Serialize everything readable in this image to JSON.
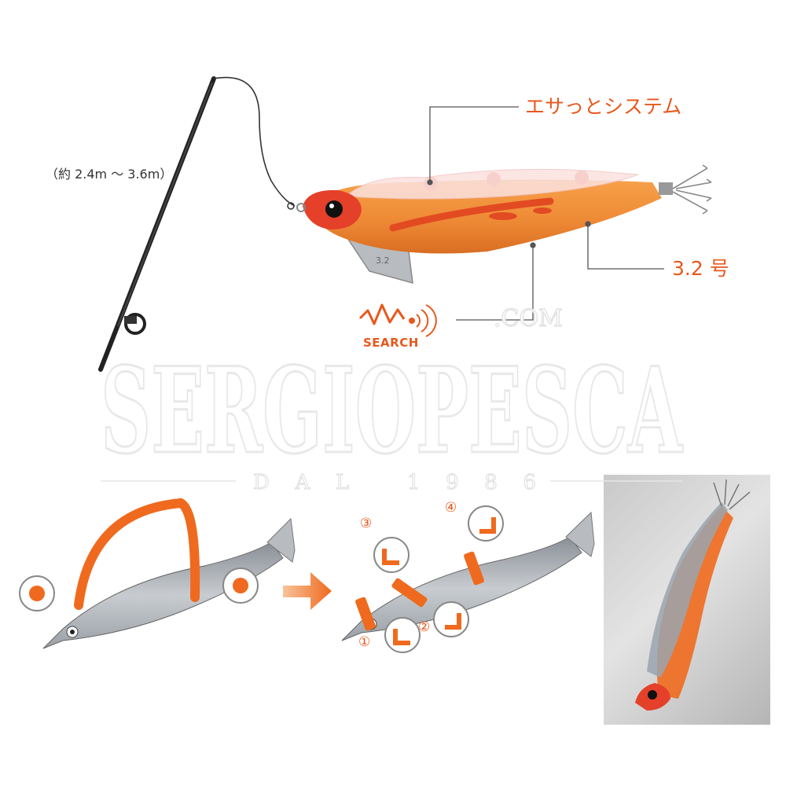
{
  "labels": {
    "length_range": "（約 2.4m 〜 3.6m）",
    "system_name": "エサっとシステム",
    "size": "3.2 号",
    "search": "SEARCH"
  },
  "watermark": {
    "brand": "SERGIOPESCA",
    "domain": ".COM",
    "since": "DAL 1986"
  },
  "steps": [
    "①",
    "②",
    "③",
    "④"
  ],
  "colors": {
    "accent": "#e8581c",
    "lure_body": "#f08a3a",
    "lure_head": "#e4402a"
  }
}
